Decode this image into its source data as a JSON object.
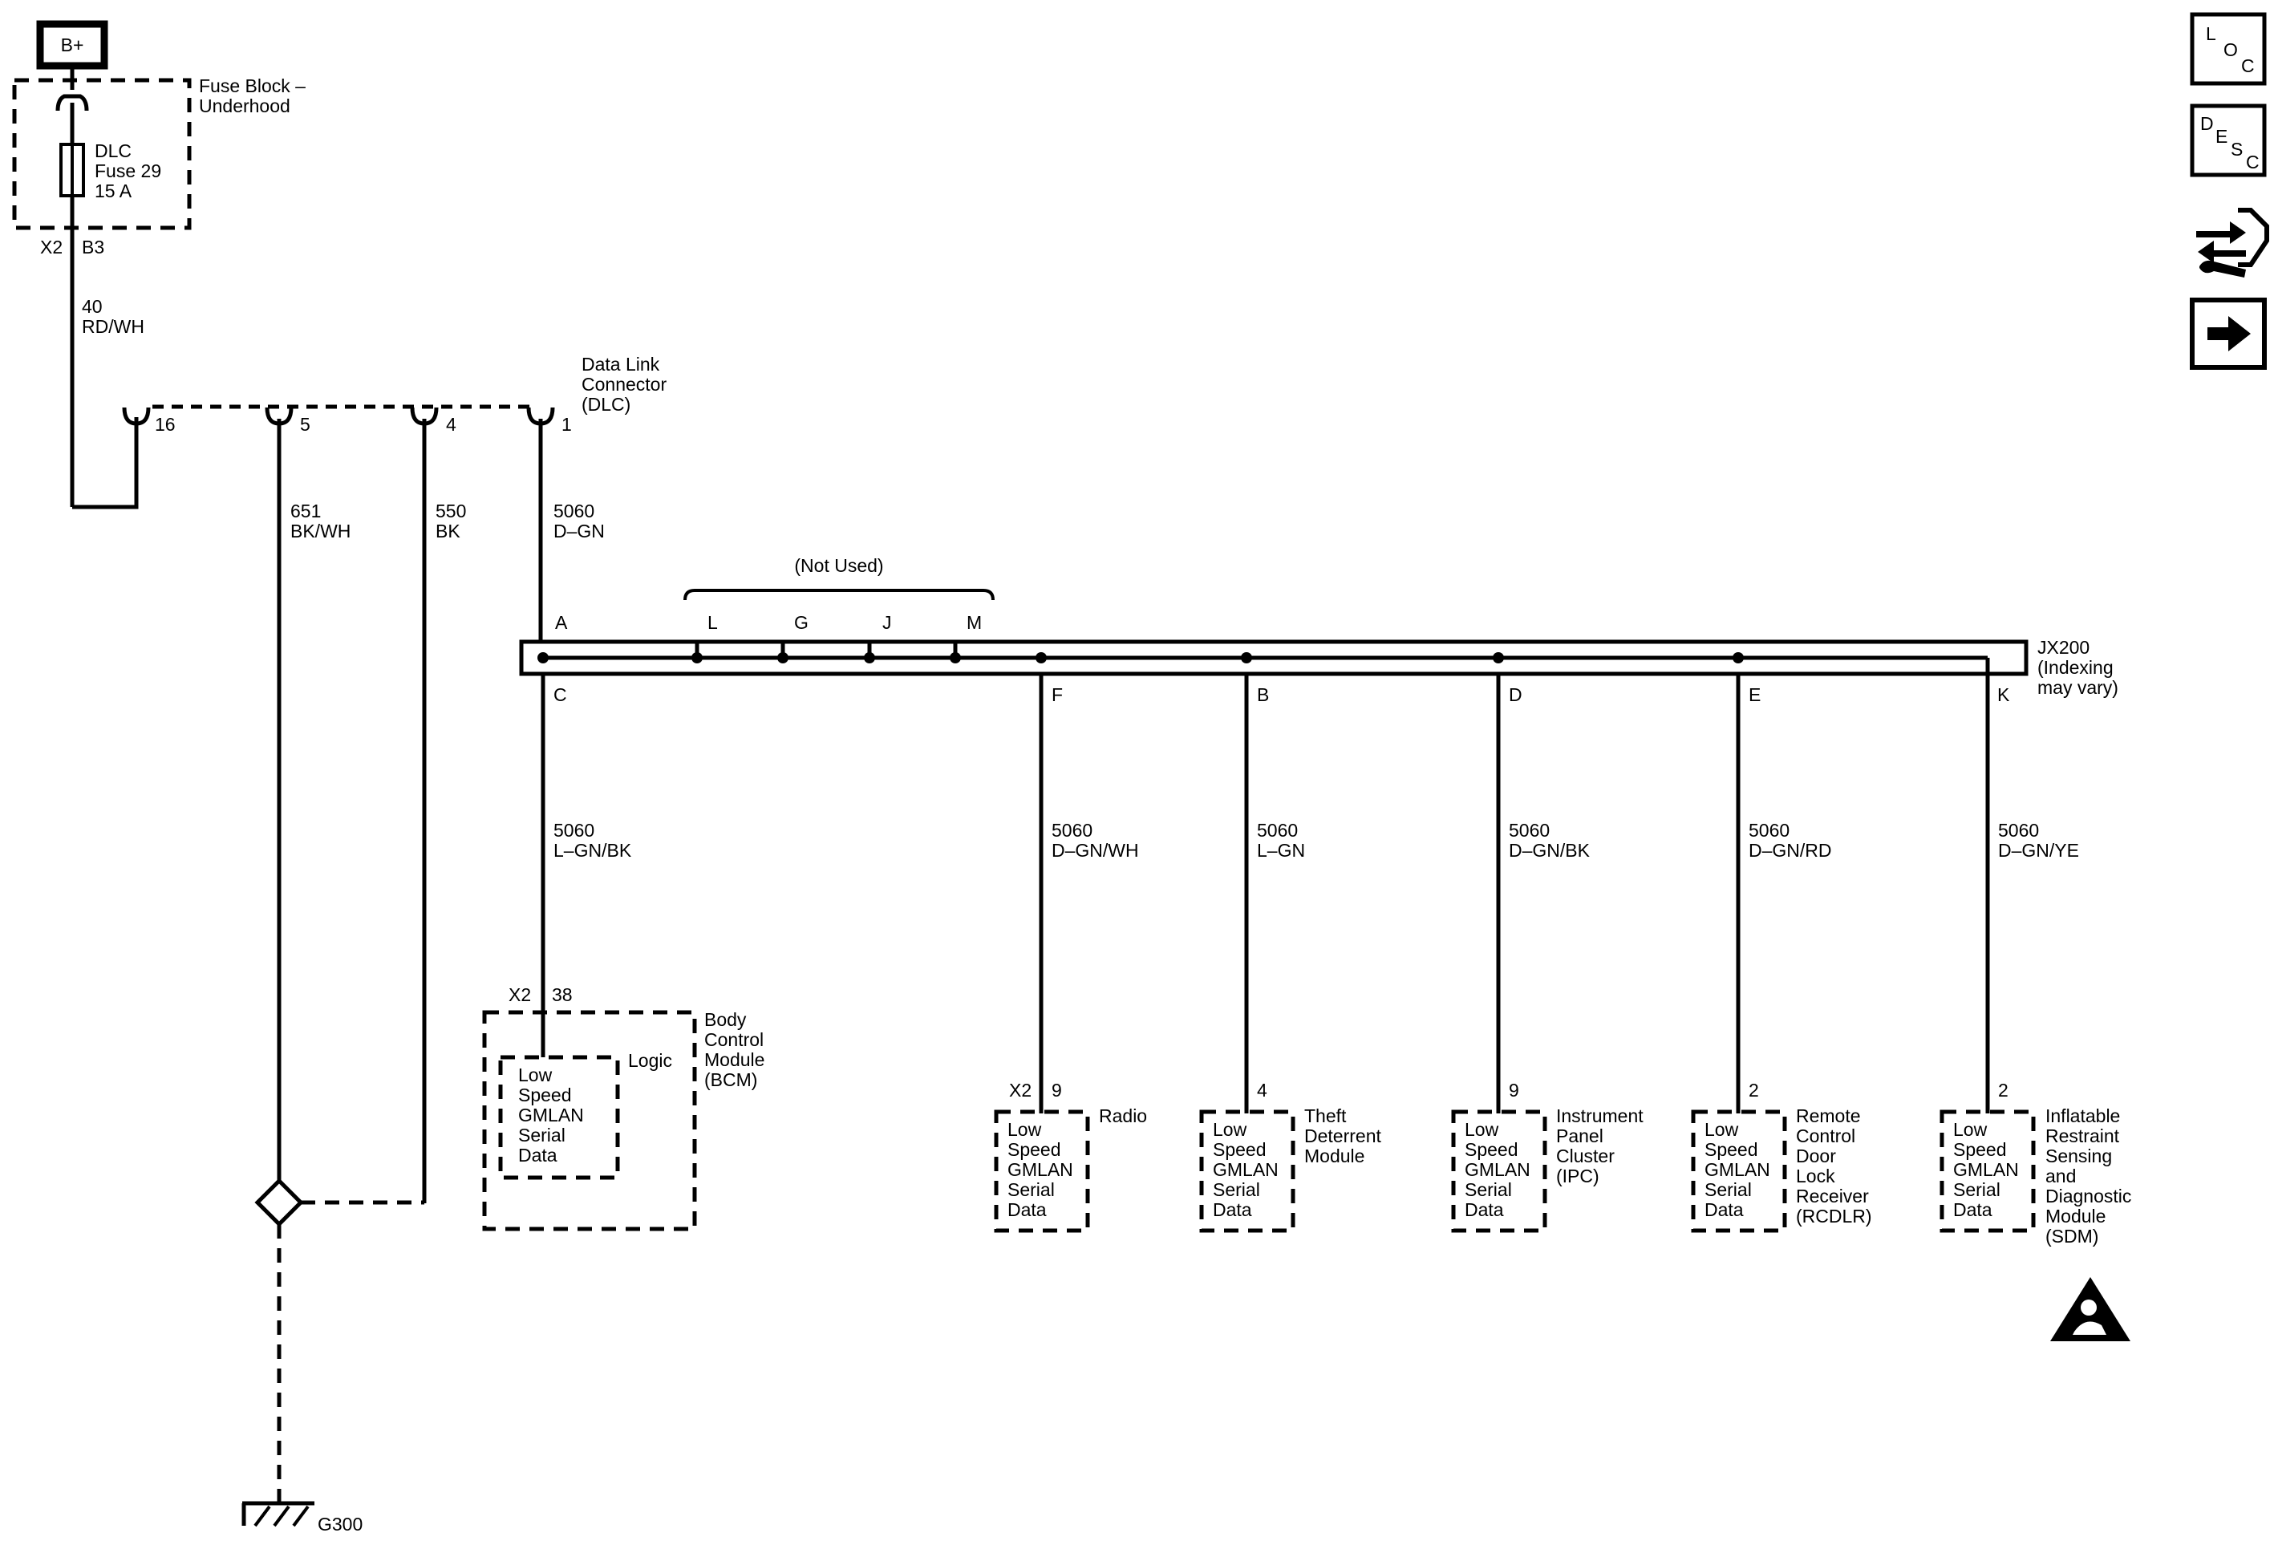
{
  "power": {
    "label": "B+"
  },
  "fuse_block": {
    "title": [
      "Fuse Block –",
      "Underhood"
    ],
    "fuse": [
      "DLC",
      "Fuse 29",
      "15 A"
    ],
    "pin_conn": "X2",
    "pin": "B3"
  },
  "feed_wire": {
    "circuit": "40",
    "color": "RD/WH"
  },
  "dlc": {
    "title": [
      "Data Link",
      "Connector",
      "(DLC)"
    ],
    "pins": [
      "16",
      "5",
      "4",
      "1"
    ],
    "wires": [
      {
        "circuit": "651",
        "color": "BK/WH"
      },
      {
        "circuit": "550",
        "color": "BK"
      },
      {
        "circuit": "5060",
        "color": "D–GN"
      }
    ]
  },
  "splice": {
    "not_used": "(Not Used)",
    "top_pins": [
      "A",
      "L",
      "G",
      "J",
      "M"
    ],
    "bottom_pins": [
      "C",
      "F",
      "B",
      "D",
      "E",
      "K"
    ],
    "name": [
      "JX200",
      "(Indexing",
      "may vary)"
    ]
  },
  "branches": [
    {
      "circuit": "5060",
      "color": "L–GN/BK"
    },
    {
      "circuit": "5060",
      "color": "D–GN/WH"
    },
    {
      "circuit": "5060",
      "color": "L–GN"
    },
    {
      "circuit": "5060",
      "color": "D–GN/BK"
    },
    {
      "circuit": "5060",
      "color": "D–GN/RD"
    },
    {
      "circuit": "5060",
      "color": "D–GN/YE"
    }
  ],
  "bcm": {
    "conn": "X2",
    "pin": "38",
    "title": [
      "Body",
      "Control",
      "Module",
      "(BCM)"
    ],
    "logic": "Logic",
    "inner": [
      "Low",
      "Speed",
      "GMLAN",
      "Serial",
      "Data"
    ]
  },
  "modules": [
    {
      "conn": "X2",
      "pin": "9",
      "title": [
        "Radio"
      ],
      "inner": [
        "Low",
        "Speed",
        "GMLAN",
        "Serial",
        "Data"
      ]
    },
    {
      "conn": "",
      "pin": "4",
      "title": [
        "Theft",
        "Deterrent",
        "Module"
      ],
      "inner": [
        "Low",
        "Speed",
        "GMLAN",
        "Serial",
        "Data"
      ]
    },
    {
      "conn": "",
      "pin": "9",
      "title": [
        "Instrument",
        "Panel",
        "Cluster",
        "(IPC)"
      ],
      "inner": [
        "Low",
        "Speed",
        "GMLAN",
        "Serial",
        "Data"
      ]
    },
    {
      "conn": "",
      "pin": "2",
      "title": [
        "Remote",
        "Control",
        "Door",
        "Lock",
        "Receiver",
        "(RCDLR)"
      ],
      "inner": [
        "Low",
        "Speed",
        "GMLAN",
        "Serial",
        "Data"
      ]
    },
    {
      "conn": "",
      "pin": "2",
      "title": [
        "Inflatable",
        "Restraint",
        "Sensing",
        "and",
        "Diagnostic",
        "Module",
        "(SDM)"
      ],
      "inner": [
        "Low",
        "Speed",
        "GMLAN",
        "Serial",
        "Data"
      ]
    }
  ],
  "ground": {
    "name": "G300"
  },
  "nav": {
    "loc": [
      "L",
      "O",
      "C"
    ],
    "desc": [
      "D",
      "E",
      "S",
      "C"
    ],
    "icons": [
      "connector-view-icon",
      "next-arrow-icon"
    ]
  }
}
